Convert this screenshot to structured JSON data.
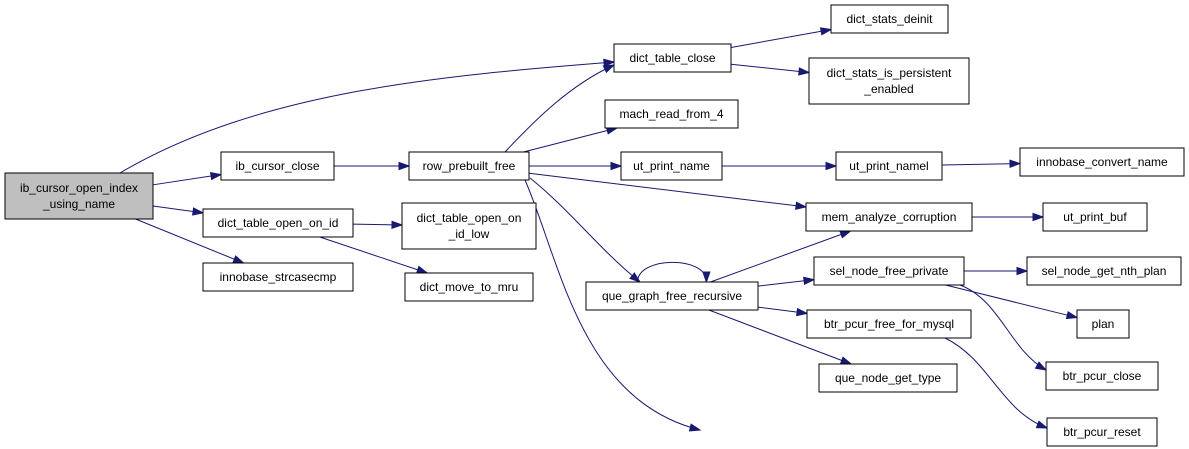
{
  "diagram": {
    "type": "call-graph",
    "nodes": {
      "ib_cursor_open_index_using_name": {
        "lines": [
          "ib_cursor_open_index",
          "_using_name"
        ],
        "root": true
      },
      "ib_cursor_close": {
        "lines": [
          "ib_cursor_close"
        ]
      },
      "dict_table_open_on_id": {
        "lines": [
          "dict_table_open_on_id"
        ]
      },
      "innobase_strcasecmp": {
        "lines": [
          "innobase_strcasecmp"
        ]
      },
      "row_prebuilt_free": {
        "lines": [
          "row_prebuilt_free"
        ]
      },
      "dict_table_open_on_id_low": {
        "lines": [
          "dict_table_open_on",
          "_id_low"
        ]
      },
      "dict_move_to_mru": {
        "lines": [
          "dict_move_to_mru"
        ]
      },
      "dict_table_close": {
        "lines": [
          "dict_table_close"
        ]
      },
      "mach_read_from_4": {
        "lines": [
          "mach_read_from_4"
        ]
      },
      "ut_print_name": {
        "lines": [
          "ut_print_name"
        ]
      },
      "que_graph_free_recursive": {
        "lines": [
          "que_graph_free_recursive"
        ]
      },
      "dict_stats_deinit": {
        "lines": [
          "dict_stats_deinit"
        ]
      },
      "dict_stats_is_persistent_enabled": {
        "lines": [
          "dict_stats_is_persistent",
          "_enabled"
        ]
      },
      "ut_print_namel": {
        "lines": [
          "ut_print_namel"
        ]
      },
      "mem_analyze_corruption": {
        "lines": [
          "mem_analyze_corruption"
        ]
      },
      "sel_node_free_private": {
        "lines": [
          "sel_node_free_private"
        ]
      },
      "btr_pcur_free_for_mysql": {
        "lines": [
          "btr_pcur_free_for_mysql"
        ]
      },
      "que_node_get_type": {
        "lines": [
          "que_node_get_type"
        ]
      },
      "innobase_convert_name": {
        "lines": [
          "innobase_convert_name"
        ]
      },
      "ut_print_buf": {
        "lines": [
          "ut_print_buf"
        ]
      },
      "sel_node_get_nth_plan": {
        "lines": [
          "sel_node_get_nth_plan"
        ]
      },
      "plan": {
        "lines": [
          "plan"
        ]
      },
      "btr_pcur_close": {
        "lines": [
          "btr_pcur_close"
        ]
      },
      "btr_pcur_reset": {
        "lines": [
          "btr_pcur_reset"
        ]
      }
    },
    "edges": [
      [
        "ib_cursor_open_index_using_name",
        "dict_table_close"
      ],
      [
        "ib_cursor_open_index_using_name",
        "ib_cursor_close"
      ],
      [
        "ib_cursor_open_index_using_name",
        "dict_table_open_on_id"
      ],
      [
        "ib_cursor_open_index_using_name",
        "innobase_strcasecmp"
      ],
      [
        "ib_cursor_close",
        "row_prebuilt_free"
      ],
      [
        "dict_table_open_on_id",
        "dict_table_open_on_id_low"
      ],
      [
        "dict_table_open_on_id",
        "dict_move_to_mru"
      ],
      [
        "row_prebuilt_free",
        "dict_table_close"
      ],
      [
        "row_prebuilt_free",
        "mach_read_from_4"
      ],
      [
        "row_prebuilt_free",
        "ut_print_name"
      ],
      [
        "row_prebuilt_free",
        "mem_analyze_corruption"
      ],
      [
        "row_prebuilt_free",
        "que_graph_free_recursive"
      ],
      [
        "row_prebuilt_free",
        "btr_pcur_reset"
      ],
      [
        "dict_table_close",
        "dict_stats_deinit"
      ],
      [
        "dict_table_close",
        "dict_stats_is_persistent_enabled"
      ],
      [
        "ut_print_name",
        "ut_print_namel"
      ],
      [
        "ut_print_namel",
        "innobase_convert_name"
      ],
      [
        "mem_analyze_corruption",
        "ut_print_buf"
      ],
      [
        "que_graph_free_recursive",
        "que_graph_free_recursive"
      ],
      [
        "que_graph_free_recursive",
        "mem_analyze_corruption"
      ],
      [
        "que_graph_free_recursive",
        "sel_node_free_private"
      ],
      [
        "que_graph_free_recursive",
        "btr_pcur_free_for_mysql"
      ],
      [
        "que_graph_free_recursive",
        "que_node_get_type"
      ],
      [
        "sel_node_free_private",
        "sel_node_get_nth_plan"
      ],
      [
        "sel_node_free_private",
        "plan"
      ],
      [
        "sel_node_free_private",
        "btr_pcur_close"
      ],
      [
        "btr_pcur_free_for_mysql",
        "btr_pcur_reset"
      ]
    ],
    "colors": {
      "edge": "#191970",
      "root_fill": "#bfbfbf",
      "node_fill": "#ffffff",
      "border": "#000000"
    }
  }
}
